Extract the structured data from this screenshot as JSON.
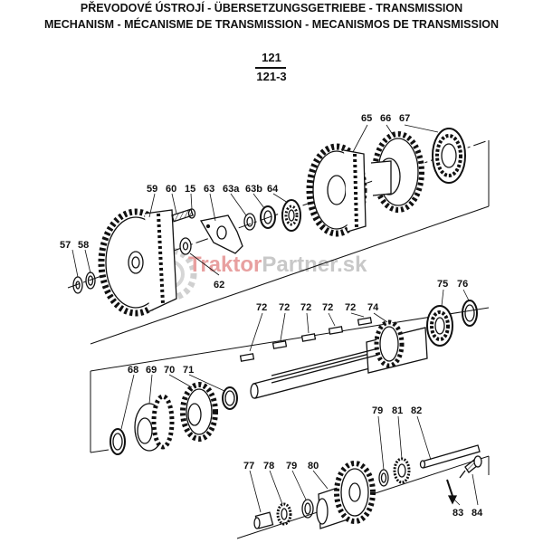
{
  "header": {
    "title_line1": "PŘEVODOVÉ ÚSTROJÍ - ÜBERSETZUNGSGETRIEBE - TRANSMISSION",
    "title_line2": "MECHANISM - MÉCANISME DE TRANSMISSION - MECANISMOS DE TRANSMISSION",
    "group_number": "121",
    "group_subnumber": "121-3"
  },
  "watermark": {
    "part1": "Traktor",
    "part2": "Partner.sk"
  },
  "colors": {
    "ink": "#111111",
    "watermark_red": "#e8a0a0",
    "watermark_grey": "#c8c8c8"
  },
  "labels": {
    "l57": "57",
    "l58": "58",
    "l59": "59",
    "l60": "60",
    "l15": "15",
    "l63": "63",
    "l63a": "63a",
    "l63b": "63b",
    "l64": "64",
    "l62": "62",
    "l65": "65",
    "l66": "66",
    "l67": "67",
    "l72a": "72",
    "l72b": "72",
    "l72c": "72",
    "l72d": "72",
    "l74": "74",
    "l75": "75",
    "l76": "76",
    "l68": "68",
    "l69": "69",
    "l70": "70",
    "l71": "71",
    "l79a": "79",
    "l81": "81",
    "l82": "82",
    "l77": "77",
    "l78": "78",
    "l79b": "79",
    "l80": "80",
    "l83": "83",
    "l84": "84"
  }
}
